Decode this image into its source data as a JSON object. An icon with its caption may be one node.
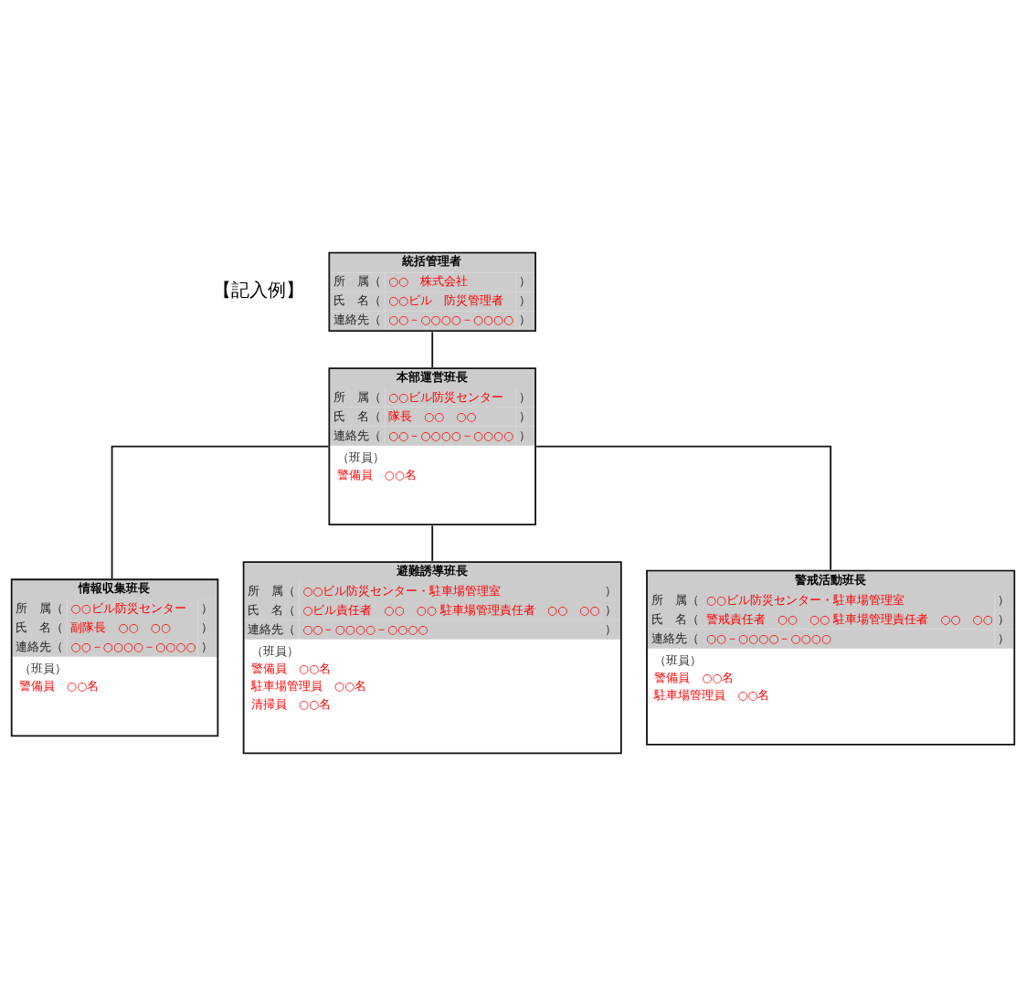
{
  "diagram": {
    "nodes": [
      {
        "text": [
          "統括管理者",
          "所　属（",
          "○○　株式会社",
          "）",
          "氏　名（",
          "○○ビル　防災管理者",
          "）",
          "連絡先（",
          "○○－○○○○－○○○○",
          "）"
        ]
      },
      {
        "text": [
          "本部運営班長",
          "所　属（",
          "○○ビル防災センター",
          "）",
          "氏　名（",
          "隊長　○○　○○",
          "）",
          "連絡先（",
          "○○－○○○○－○○○○",
          "）",
          "（班員）",
          "警備員　○○名"
        ]
      },
      {
        "text": [
          "情報収集班長",
          "所　属（",
          "○○ビル防災センター",
          "）",
          "氏　名（",
          "副隊長　○○　○○",
          "）",
          "連絡先（",
          "○○－○○○○－○○○○",
          "）",
          "（班員）",
          "警備員　○○名"
        ]
      },
      {
        "text": [
          "避難誘導班長",
          "所　属（",
          "○○ビル防災センター・駐車場管理室",
          "）",
          "氏　名（",
          "○ビル責任者　○○　○○ 駐車場管理責任者　○○　○○",
          "）",
          "連絡先（",
          "○○－○○○○－○○○○",
          "）",
          "（班員）",
          "警備員　○○名",
          "駐車場管理員　○○名",
          "清掃員　○○名"
        ]
      },
      {
        "text": [
          "警戒活動班長",
          "所　属（",
          "○○ビル防災センター・駐車場管理室",
          "）",
          "氏　名（",
          "警戒責任者　○○　○○ 駐車場管理責任者　○○　○○",
          "）",
          "連絡先（",
          "○○－○○○○－○○○○",
          "）",
          "（班員）",
          "警備員　○○名",
          "駐車場管理員　○○名"
        ]
      }
    ],
    "edges": [
      {
        "from": 0,
        "to": 1,
        "arrow": "none"
      },
      {
        "from": 1,
        "to": 2,
        "arrow": "none"
      },
      {
        "from": 1,
        "to": 3,
        "arrow": "none"
      },
      {
        "from": 1,
        "to": 4,
        "arrow": "none"
      }
    ],
    "labels": [
      "【記入例】"
    ]
  }
}
